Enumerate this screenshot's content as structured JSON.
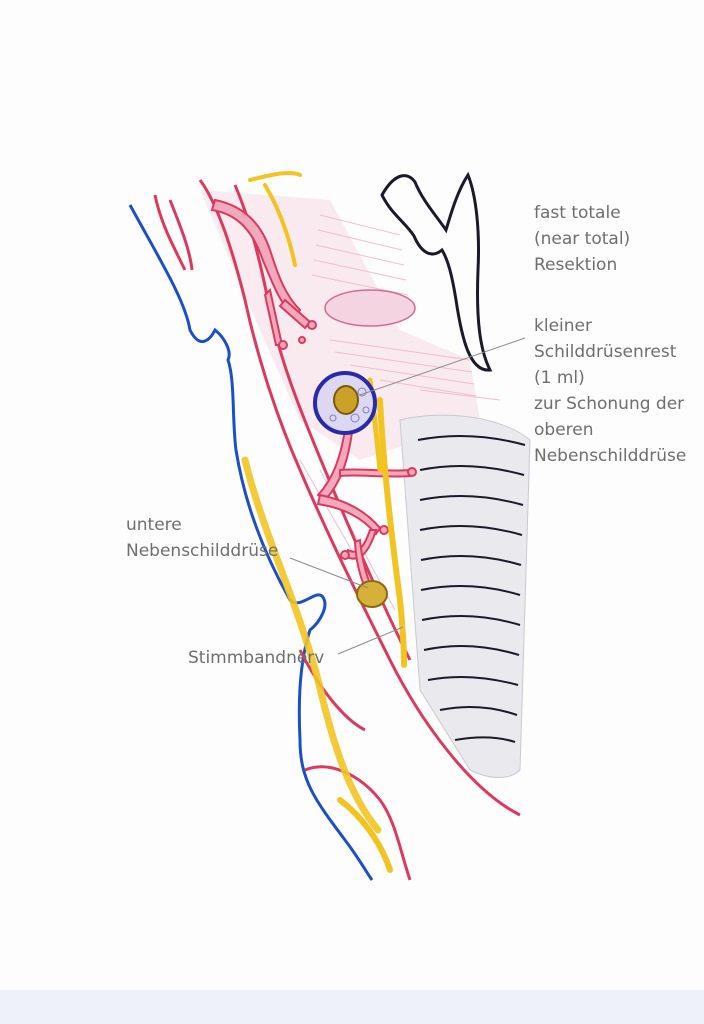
{
  "annotations": {
    "resection": {
      "lines": [
        "fast totale",
        "(near total)",
        "Resektion"
      ]
    },
    "remnant": {
      "lines": [
        "kleiner",
        "Schilddrüsenrest",
        "(1 ml)",
        "zur Schonung der",
        "oberen",
        "Nebenschilddrüse"
      ]
    },
    "lower_parathyroid": {
      "lines": [
        "untere",
        "Nebenschilddrüse"
      ]
    },
    "nerve": {
      "lines": [
        "Stimmbandnerv"
      ]
    }
  },
  "colors": {
    "vein": "#1b4fc4",
    "artery": "#d93a5e",
    "nerve": "#f2c422",
    "thyroid_remnant": "#2a2aa8",
    "parathyroid": "#c9a227",
    "cartilage": "#1a1a2a",
    "leader_line": "#8a8a8a"
  }
}
